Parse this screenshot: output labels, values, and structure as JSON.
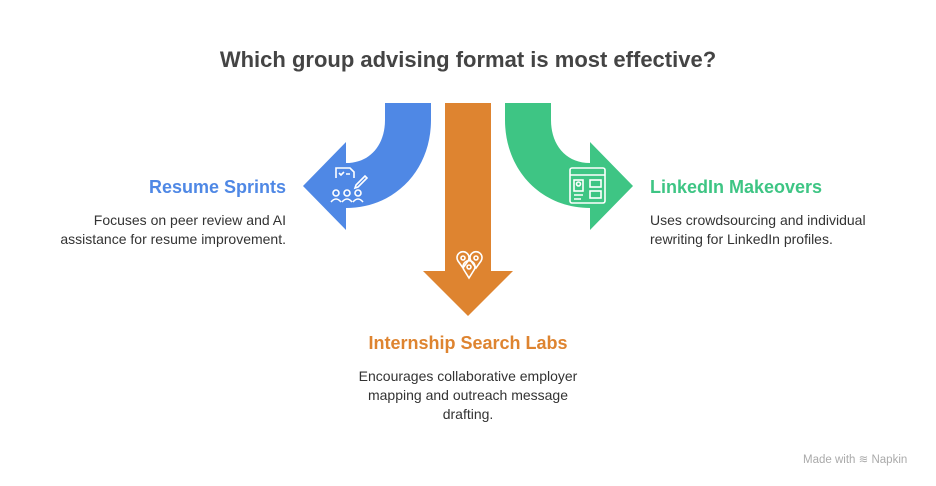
{
  "title": "Which group advising format is most effective?",
  "colors": {
    "blue": "#4f88e5",
    "orange": "#de8430",
    "green": "#3ec584"
  },
  "options": [
    {
      "name": "Resume Sprints",
      "desc": "Focuses on peer review and AI assistance for resume improvement.",
      "icon": "checklist-team-icon"
    },
    {
      "name": "Internship Search Labs",
      "desc": "Encourages collaborative employer mapping and outreach message drafting.",
      "icon": "map-pins-icon"
    },
    {
      "name": "LinkedIn Makeovers",
      "desc": "Uses crowdsourcing and individual rewriting for LinkedIn profiles.",
      "icon": "profile-webpage-icon"
    }
  ],
  "footer": {
    "made_with": "Made with",
    "brand": "Napkin"
  }
}
